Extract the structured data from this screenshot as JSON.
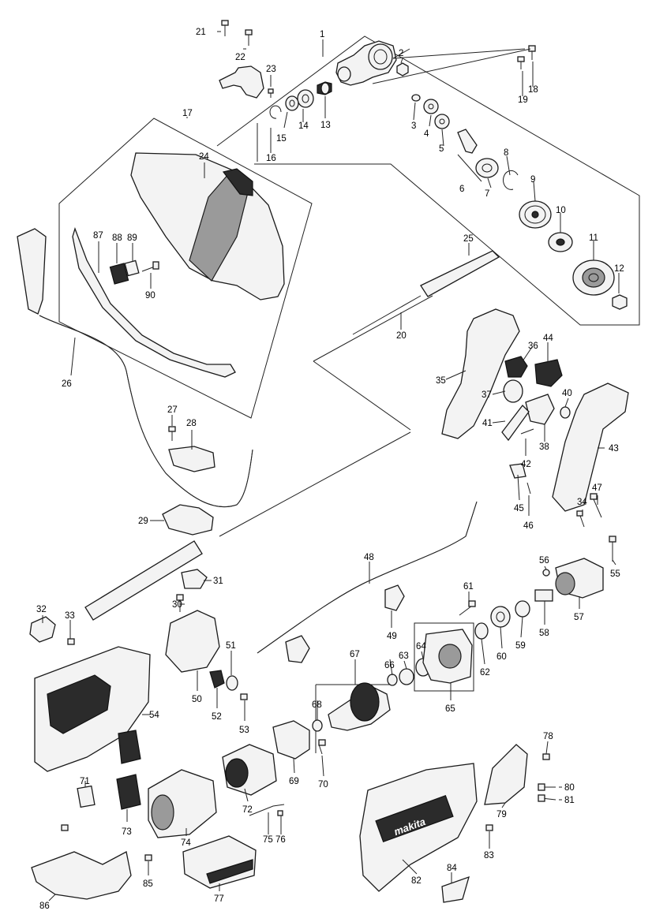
{
  "brand_text": "makita",
  "part_labels": [
    "1",
    "2",
    "3",
    "4",
    "5",
    "6",
    "7",
    "8",
    "9",
    "10",
    "11",
    "12",
    "13",
    "14",
    "15",
    "16",
    "17",
    "18",
    "19",
    "20",
    "21",
    "22",
    "23",
    "24",
    "25",
    "26",
    "27",
    "28",
    "29",
    "30",
    "31",
    "32",
    "33",
    "34",
    "35",
    "36",
    "37",
    "38",
    "40",
    "41",
    "42",
    "43",
    "44",
    "45",
    "46",
    "47",
    "48",
    "49",
    "51",
    "50",
    "52",
    "53",
    "54",
    "55",
    "56",
    "57",
    "58",
    "59",
    "60",
    "61",
    "62",
    "63",
    "64",
    "65",
    "66",
    "67",
    "68",
    "69",
    "70",
    "71",
    "72",
    "73",
    "74",
    "75",
    "76",
    "77",
    "78",
    "79",
    "80",
    "81",
    "82",
    "83",
    "84",
    "85",
    "86",
    "87",
    "88",
    "89",
    "90"
  ],
  "colors": {
    "line": "#222222",
    "part_fill": "#f3f3f3",
    "dark_fill": "#2b2b2b",
    "background": "#ffffff"
  }
}
